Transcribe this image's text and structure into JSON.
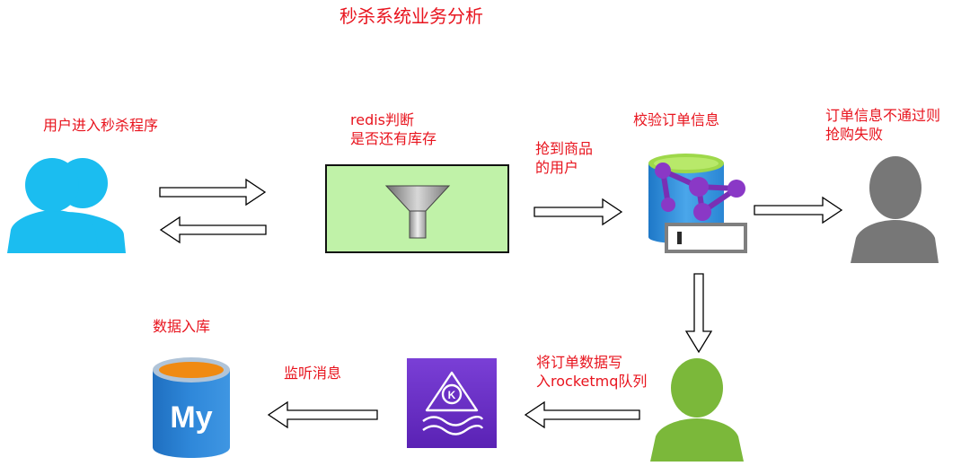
{
  "title": "秒杀系统业务分析",
  "labels": {
    "user_enter": "用户进入秒杀程序",
    "redis_line1": "redis判断",
    "redis_line2": "是否还有库存",
    "grab_line1": "抢到商品",
    "grab_line2": "的用户",
    "verify": "校验订单信息",
    "fail_line1": "订单信息不通过则",
    "fail_line2": "抢购失败",
    "write_line1": "将订单数据写",
    "write_line2": "入rocketmq队列",
    "listen": "监听消息",
    "db": "数据入库"
  },
  "icons": {
    "users": "users-icon",
    "funnel": "funnel-icon",
    "azure_sql": "database-graph-icon",
    "gray_user": "user-icon",
    "green_user": "user-icon",
    "kafka": "kafka-queue-icon",
    "mysql": "mysql-database-icon",
    "mysql_text": "My"
  },
  "colors": {
    "label": "#e8141e",
    "users_blue": "#1bbdf0",
    "funnel_box": "#c0f2a8",
    "gray_user": "#777777",
    "green_user": "#7bb83a",
    "kafka_purple": "#6a2fc4",
    "mysql_blue": "#2a7fd0",
    "mysql_top": "#f08a12"
  }
}
